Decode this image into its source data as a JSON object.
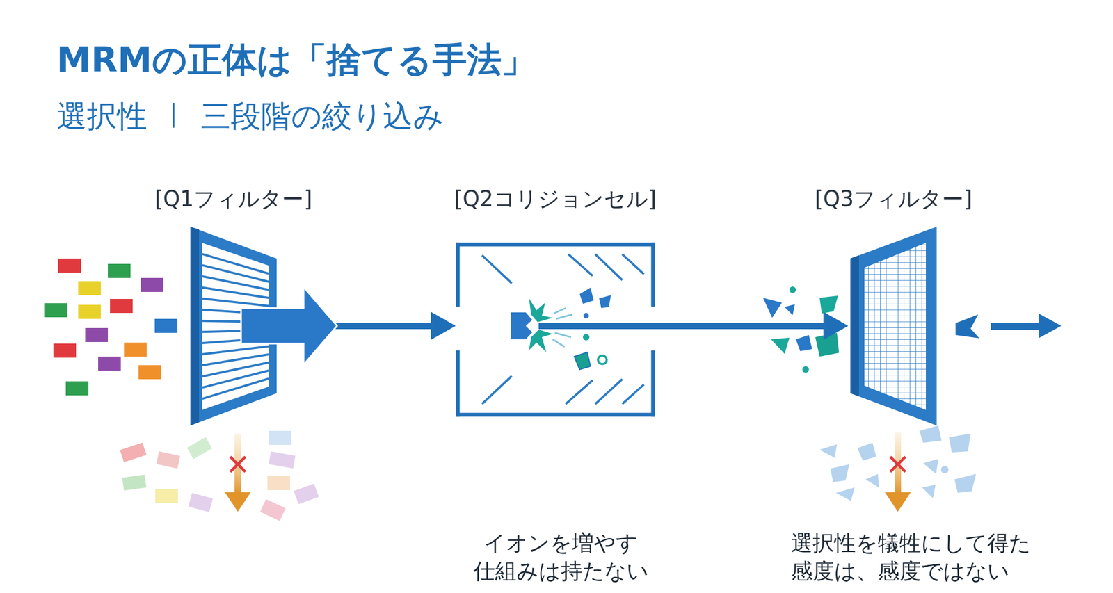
{
  "diagram": {
    "title": "MRMの正体は「捨てる手法」",
    "nodes": [
      {
        "text": [
          "[Q1フィルター]"
        ]
      },
      {
        "text": [
          "[Q2コリジョンセル]"
        ]
      },
      {
        "text": [
          "[Q3フィルター]"
        ]
      }
    ],
    "edges": [
      {
        "from": 0,
        "to": 1,
        "arrow": "to"
      },
      {
        "from": 1,
        "to": 2,
        "arrow": "to"
      }
    ],
    "labels": [
      "選択性",
      "三段階の絞り込み",
      "イオンを増やす 仕組みは持たない",
      "選択性を犠牲にして得た 感度は、感度ではない"
    ]
  }
}
